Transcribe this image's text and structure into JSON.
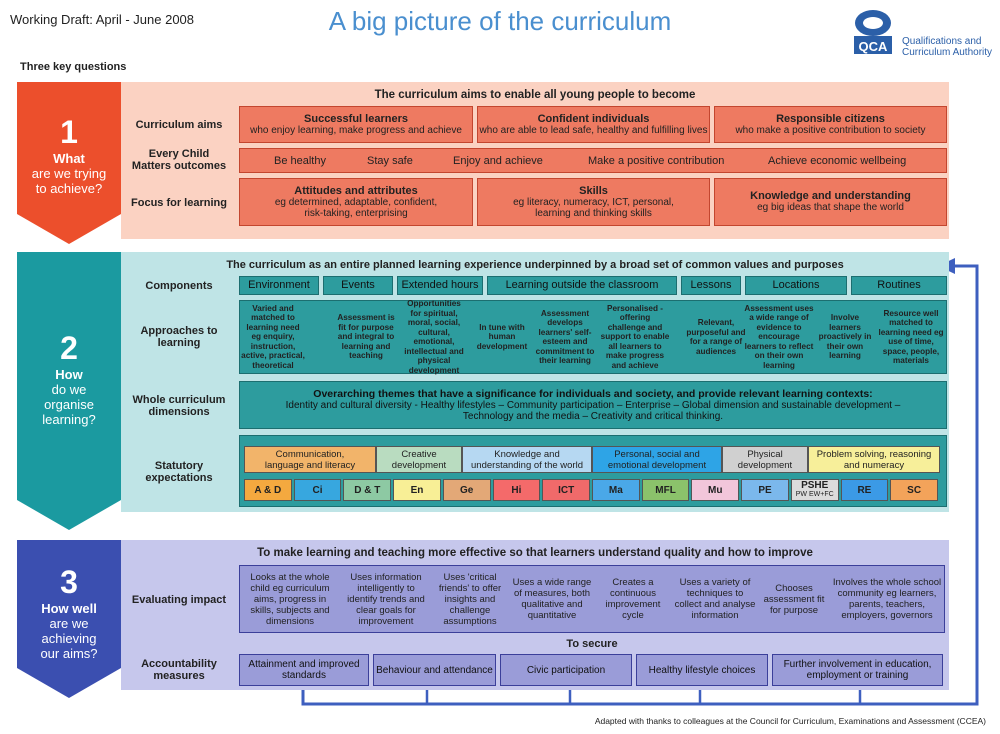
{
  "header": {
    "working_draft": "Working Draft: April - June 2008",
    "title": "A big picture of the curriculum",
    "logo_text": "QCA",
    "org_line1": "Qualifications and",
    "org_line2": "Curriculum Authority",
    "three_key": "Three key questions"
  },
  "footer": "Adapted with thanks to colleagues at the Council for Curriculum, Examinations and Assessment (CCEA)",
  "colors": {
    "s1_arrow": "#ec4f2c",
    "s1_band": "#fbd2c2",
    "s2_arrow": "#1b9aa0",
    "s2_band": "#bfe4e6",
    "s3_arrow": "#3b4fb0",
    "s3_band": "#c6c7ec",
    "connector": "#3e5fbf"
  },
  "section1": {
    "num": "1",
    "l1": "What",
    "l2": "are we trying",
    "l3": "to achieve?",
    "heading": "The curriculum aims to enable all young people to become",
    "labels": {
      "aims": "Curriculum aims",
      "ecm1": "Every Child",
      "ecm2": "Matters outcomes",
      "focus": "Focus for learning"
    },
    "aims": [
      {
        "t": "Successful learners",
        "d": "who enjoy learning, make progress and achieve"
      },
      {
        "t": "Confident individuals",
        "d": "who are able to lead safe, healthy and fulfilling lives"
      },
      {
        "t": "Responsible citizens",
        "d": "who make a positive contribution to society"
      }
    ],
    "ecm": [
      "Be healthy",
      "Stay safe",
      "Enjoy and achieve",
      "Make a positive contribution",
      "Achieve economic wellbeing"
    ],
    "focus": [
      {
        "t": "Attitudes and attributes",
        "d1": "eg determined, adaptable, confident,",
        "d2": "risk-taking, enterprising"
      },
      {
        "t": "Skills",
        "d1": "eg literacy, numeracy, ICT, personal,",
        "d2": "learning and thinking skills"
      },
      {
        "t": "Knowledge and understanding",
        "d1": "eg big ideas that shape the world",
        "d2": ""
      }
    ]
  },
  "section2": {
    "num": "2",
    "l1": "How",
    "l2": "do we",
    "l3": "organise",
    "l4": "learning?",
    "heading": "The curriculum as an entire planned learning experience underpinned by a broad set of common values and purposes",
    "labels": {
      "components": "Components",
      "approaches1": "Approaches to",
      "approaches2": "learning",
      "whole1": "Whole curriculum",
      "whole2": "dimensions",
      "stat1": "Statutory",
      "stat2": "expectations"
    },
    "components": [
      "Environment",
      "Events",
      "Extended hours",
      "Learning outside the classroom",
      "Lessons",
      "Locations",
      "Routines"
    ],
    "approaches": [
      "Varied and matched to learning need eg enquiry, instruction, active, practical, theoretical",
      "Assessment is fit for purpose and integral to learning and teaching",
      "Opportunities for spiritual, moral, social, cultural, emotional, intellectual and physical development",
      "In tune with human development",
      "Assessment develops learners' self-esteem and commitment to their learning",
      "Personalised - offering challenge and support to enable all learners to make progress and achieve",
      "Relevant, purposeful and for a range of audiences",
      "Assessment uses a wide range of evidence to encourage learners to reflect on their own learning",
      "Involve learners proactively in their own learning",
      "Resource well matched to learning need eg use of time, space, people, materials"
    ],
    "dimensions": {
      "t": "Overarching themes that have a significance for individuals and society, and provide relevant learning contexts:",
      "d1": "Identity and cultural diversity - Healthy lifestyles – Community participation – Enterprise  – Global dimension and sustainable development –",
      "d2": "Technology and the media – Creativity and critical thinking."
    },
    "areas": [
      {
        "l1": "Communication,",
        "l2": "language and literacy",
        "c": "#f2b46a"
      },
      {
        "l1": "Creative",
        "l2": "development",
        "c": "#b9dcc0"
      },
      {
        "l1": "Knowledge and",
        "l2": "understanding of the world",
        "c": "#b6d8f2"
      },
      {
        "l1": "Personal, social and",
        "l2": "emotional development",
        "c": "#2ea4e6"
      },
      {
        "l1": "Physical",
        "l2": "development",
        "c": "#d0d0d0"
      },
      {
        "l1": "Problem solving, reasoning",
        "l2": "and numeracy",
        "c": "#f7ef9a"
      }
    ],
    "subjects": [
      {
        "n": "A & D",
        "c": "#f4a93f"
      },
      {
        "n": "Ci",
        "c": "#37a7df"
      },
      {
        "n": "D & T",
        "c": "#8dc9a3"
      },
      {
        "n": "En",
        "c": "#f8ef96"
      },
      {
        "n": "Ge",
        "c": "#e3a877"
      },
      {
        "n": "Hi",
        "c": "#f46a6a"
      },
      {
        "n": "ICT",
        "c": "#f06a6a"
      },
      {
        "n": "Ma",
        "c": "#4aa8e8"
      },
      {
        "n": "MFL",
        "c": "#8bc26b"
      },
      {
        "n": "Mu",
        "c": "#f2c6da"
      },
      {
        "n": "PE",
        "c": "#7bb8ec"
      },
      {
        "n": "PSHE",
        "s": "PW EW+FC",
        "c": "#dcdcdc"
      },
      {
        "n": "RE",
        "c": "#3b9ae6"
      },
      {
        "n": "SC",
        "c": "#f3a35a"
      }
    ]
  },
  "section3": {
    "num": "3",
    "l1": "How well",
    "l2": "are we",
    "l3": "achieving",
    "l4": "our aims?",
    "heading": "To make learning and teaching more effective so that learners understand quality and how to improve",
    "labels": {
      "eval": "Evaluating impact",
      "acc1": "Accountability",
      "acc2": "measures"
    },
    "evaluating": [
      "Looks at the whole child eg curriculum aims, progress in skills, subjects and dimensions",
      "Uses information intelligently to identify trends and clear goals for improvement",
      "Uses 'critical friends' to offer insights and challenge assumptions",
      "Uses a wide range of measures, both qualitative and quantitative",
      "Creates a continuous improvement cycle",
      "Uses a variety of techniques to collect and analyse information",
      "Chooses assessment fit for purpose",
      "Involves the whole school community eg learners, parents, teachers, employers, governors"
    ],
    "secure": "To secure",
    "accountability": [
      "Attainment and improved standards",
      "Behaviour and attendance",
      "Civic participation",
      "Healthy lifestyle choices",
      "Further involvement in education, employment or training"
    ]
  }
}
